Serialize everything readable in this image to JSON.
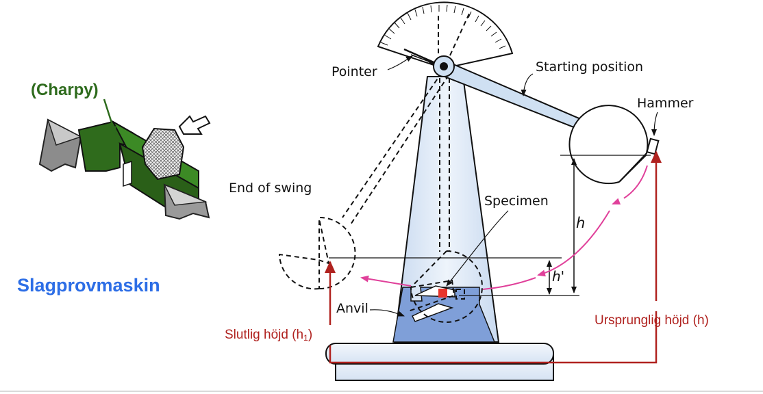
{
  "title": "Slagprovmaskin",
  "specimen_test": "(Charpy)",
  "labels": {
    "pointer": "Pointer",
    "starting_position": "Starting position",
    "hammer": "Hammer",
    "end_of_swing": "End of swing",
    "specimen": "Specimen",
    "anvil": "Anvil",
    "h": "h",
    "h_prime": "h'"
  },
  "annotations": {
    "final_height_prefix": "Slutlig höjd (h",
    "final_height_sub": "1",
    "final_height_suffix": ")",
    "original_height": "Ursprunglig höjd (h)"
  },
  "colors": {
    "title_blue": "#2d6ee6",
    "charpy_green": "#2e6b1d",
    "annotation_red": "#b0221f",
    "swing_magenta": "#e0409a",
    "frame_blue_light": "#dde9f7",
    "anvil_blue": "#7f9fd8",
    "specimen_red": "#e8352b"
  }
}
